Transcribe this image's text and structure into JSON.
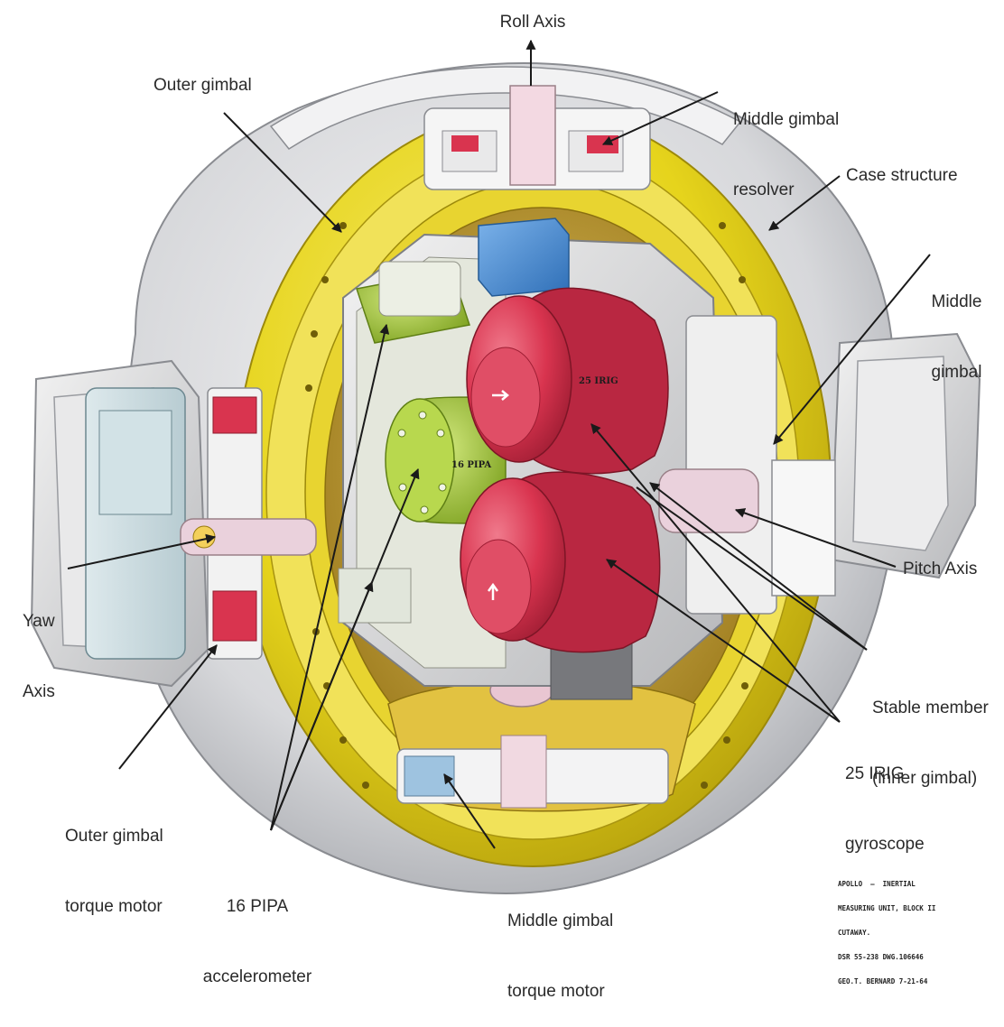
{
  "labels": {
    "roll_axis": "Roll Axis",
    "outer_gimbal": "Outer gimbal",
    "middle_gimbal_resolver": [
      "Middle gimbal",
      "resolver"
    ],
    "case_structure": "Case structure",
    "middle_gimbal": [
      "Middle",
      "gimbal"
    ],
    "yaw_axis": [
      "Yaw",
      "Axis"
    ],
    "pitch_axis": "Pitch Axis",
    "stable_member": [
      "Stable member",
      "(inner gimbal)"
    ],
    "irig_gyroscope": [
      "25 IRIG",
      "gyroscope"
    ],
    "outer_gimbal_torque_motor": [
      "Outer gimbal",
      "torque motor"
    ],
    "pipa_accelerometer": [
      "16 PIPA",
      "accelerometer"
    ],
    "middle_gimbal_torque_motor": [
      "Middle gimbal",
      "torque motor"
    ]
  },
  "part_markings": {
    "irig": "25 IRIG",
    "pipa": "16 PIPA"
  },
  "drawing_note": [
    "APOLLO  —  INERTIAL",
    "MEASURING UNIT, BLOCK II",
    "CUTAWAY.",
    "DSR 55-238 DWG.106646",
    "GEO.T. BERNARD 7-21-64"
  ],
  "colors": {
    "gimbal_yellow": "#e6d41c",
    "case_gray": "#d9dadc",
    "gyro_red": "#d9344f",
    "pipa_green": "#9fc537",
    "block_blue": "#4a8fd6",
    "leader_line": "#1a1a1a"
  }
}
